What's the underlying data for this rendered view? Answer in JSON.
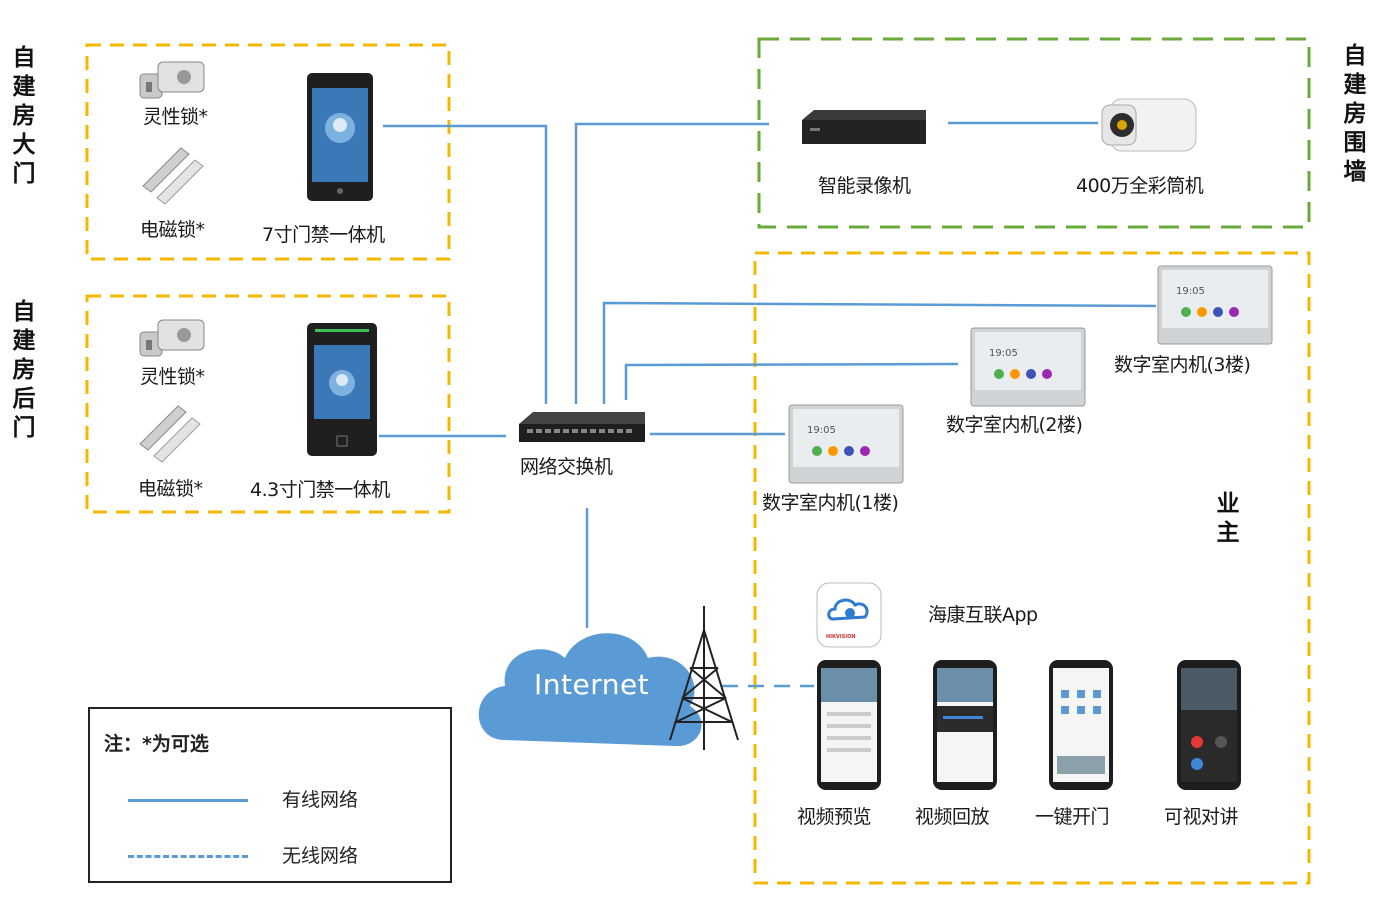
{
  "groups": {
    "front_gate": {
      "title": "自建房大门"
    },
    "back_gate": {
      "title": "自建房后门"
    },
    "wall": {
      "title": "自建房围墙"
    },
    "owner": {
      "title": "业主"
    }
  },
  "devices": {
    "smart_lock_1": "灵性锁*",
    "magnetic_lock_1": "电磁锁*",
    "access_7inch": "7寸门禁一体机",
    "smart_lock_2": "灵性锁*",
    "magnetic_lock_2": "电磁锁*",
    "access_43inch": "4.3寸门禁一体机",
    "nvr": "智能录像机",
    "camera": "400万全彩筒机",
    "switch": "网络交换机",
    "indoor_1": "数字室内机(1楼)",
    "indoor_2": "数字室内机(2楼)",
    "indoor_3": "数字室内机(3楼)",
    "internet": "Internet",
    "app": "海康互联App",
    "app_logo_text": "HIKVISION",
    "screen_time": "19:05"
  },
  "phones": [
    "视频预览",
    "视频回放",
    "一键开门",
    "可视对讲"
  ],
  "legend": {
    "note": "注：*为可选",
    "wired": "有线网络",
    "wireless": "无线网络"
  },
  "colors": {
    "group_border": "#f5b800",
    "wall_border": "#6aaa3a",
    "wire": "#5b9bd5",
    "cloud": "#5b9bd5"
  }
}
